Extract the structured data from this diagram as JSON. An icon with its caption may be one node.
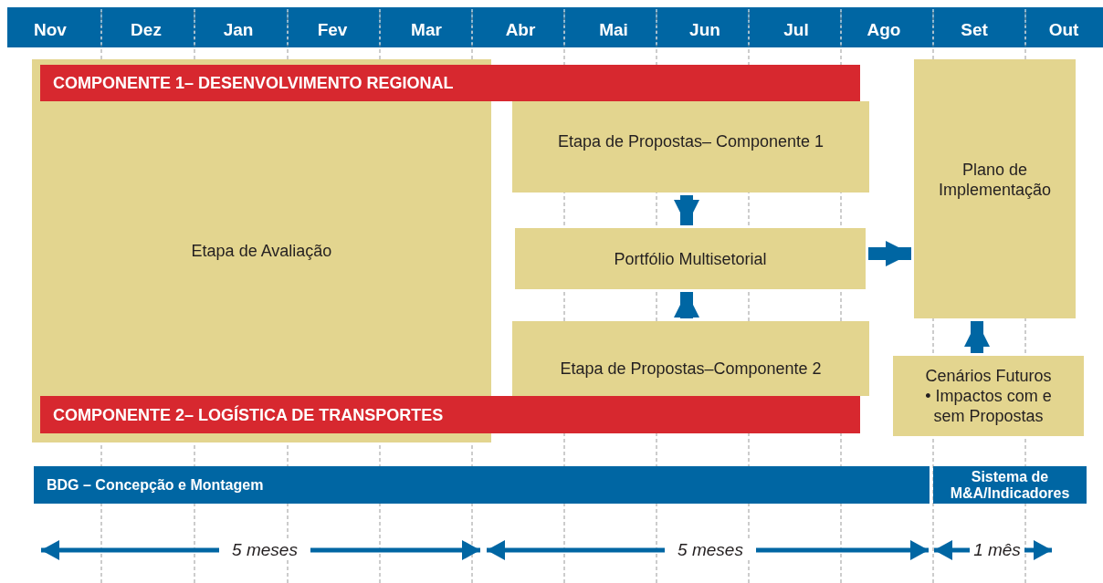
{
  "diagram": {
    "nodes": [
      {
        "text": [
          "Etapa de Avaliação"
        ]
      },
      {
        "text": [
          "COMPONENTE 1– DESENVOLVIMENTO REGIONAL"
        ]
      },
      {
        "text": [
          "Etapa de Propostas– Componente 1"
        ]
      },
      {
        "text": [
          "Portfólio Multisetorial"
        ]
      },
      {
        "text": [
          "Etapa de Propostas–Componente 2"
        ]
      },
      {
        "text": [
          "COMPONENTE 2– LOGÍSTICA DE TRANSPORTES"
        ]
      },
      {
        "text": [
          "Plano de Implementação"
        ]
      },
      {
        "text": [
          "Cenários Futuros",
          "• Impactos com e sem Propostas"
        ]
      },
      {
        "text": [
          "BDG – Concepção e Montagem"
        ]
      },
      {
        "text": [
          "Sistema de M&A/Indicadores"
        ]
      }
    ],
    "edges": [
      {
        "from": 2,
        "to": 3,
        "arrow": "to"
      },
      {
        "from": 4,
        "to": 3,
        "arrow": "to"
      },
      {
        "from": 3,
        "to": 6,
        "arrow": "to"
      },
      {
        "from": 7,
        "to": 6,
        "arrow": "to"
      }
    ],
    "labels": [
      "Nov",
      "Dez",
      "Jan",
      "Fev",
      "Mar",
      "Abr",
      "Mai",
      "Jun",
      "Jul",
      "Ago",
      "Set",
      "Out",
      "5 meses",
      "5 meses",
      "1 mês"
    ]
  }
}
